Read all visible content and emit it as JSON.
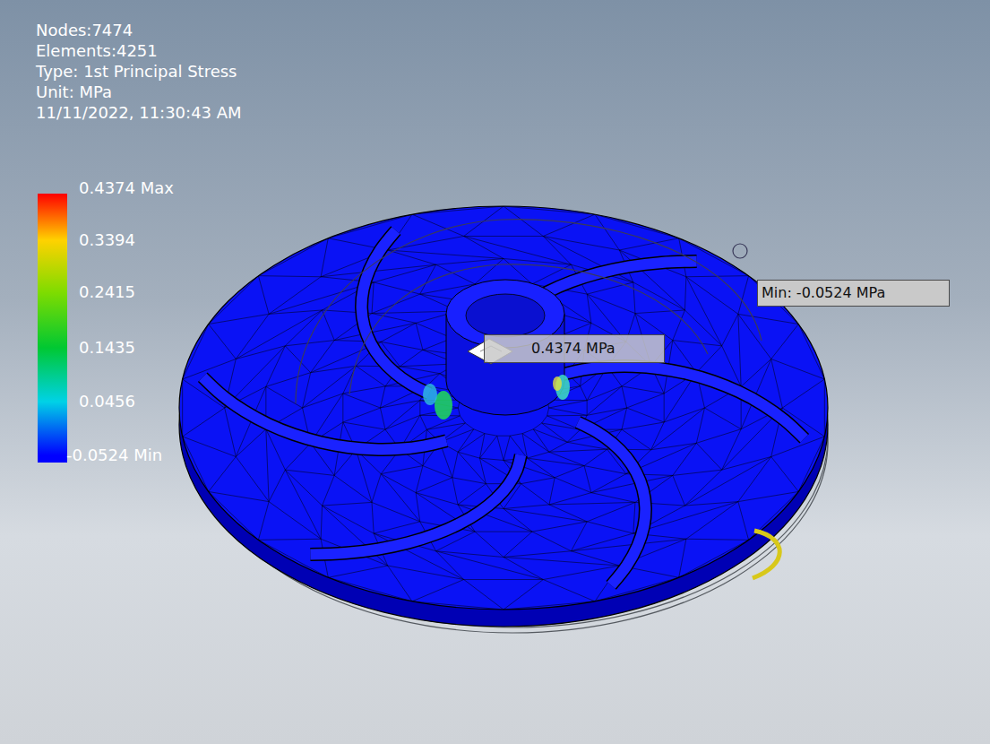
{
  "diagram": {
    "nodes": [
      {
        "text": [
          "Min: -0.0524 MPa"
        ]
      },
      {
        "text": [
          "0.4374 MPa"
        ]
      }
    ],
    "labels": [
      "Nodes:7474",
      "Elements:4251",
      "Type: 1st Principal Stress",
      "Unit: MPa",
      "11/11/2022, 11:30:43 AM"
    ],
    "legend": [
      {
        "text": "0.4374 Max",
        "color": "#ff0000"
      },
      {
        "text": "0.3394",
        "color": "#ffd200"
      },
      {
        "text": "0.2415",
        "color": "#7fdc00"
      },
      {
        "text": "0.1435",
        "color": "#00c832"
      },
      {
        "text": "0.0456",
        "color": "#00d2e6"
      },
      {
        "text": "-0.0524 Min",
        "color": "#0000ff"
      }
    ]
  }
}
